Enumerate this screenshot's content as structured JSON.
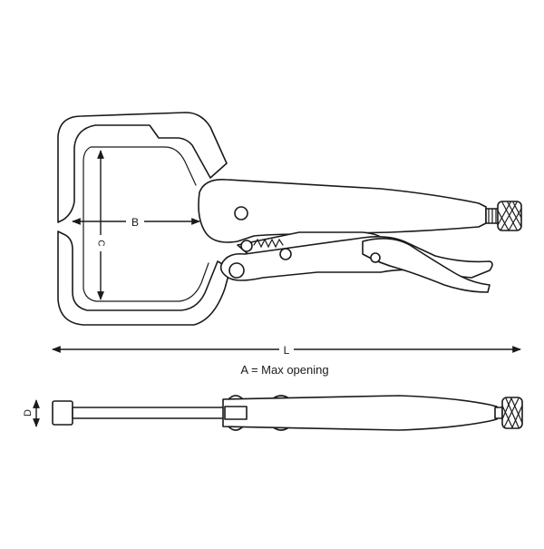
{
  "diagram": {
    "labels": {
      "b": "B",
      "c": "C",
      "d": "D",
      "l": "L",
      "caption": "A = Max opening"
    },
    "colors": {
      "line": "#1a1a1a",
      "fill": "#ffffff",
      "background": "#ffffff"
    }
  }
}
